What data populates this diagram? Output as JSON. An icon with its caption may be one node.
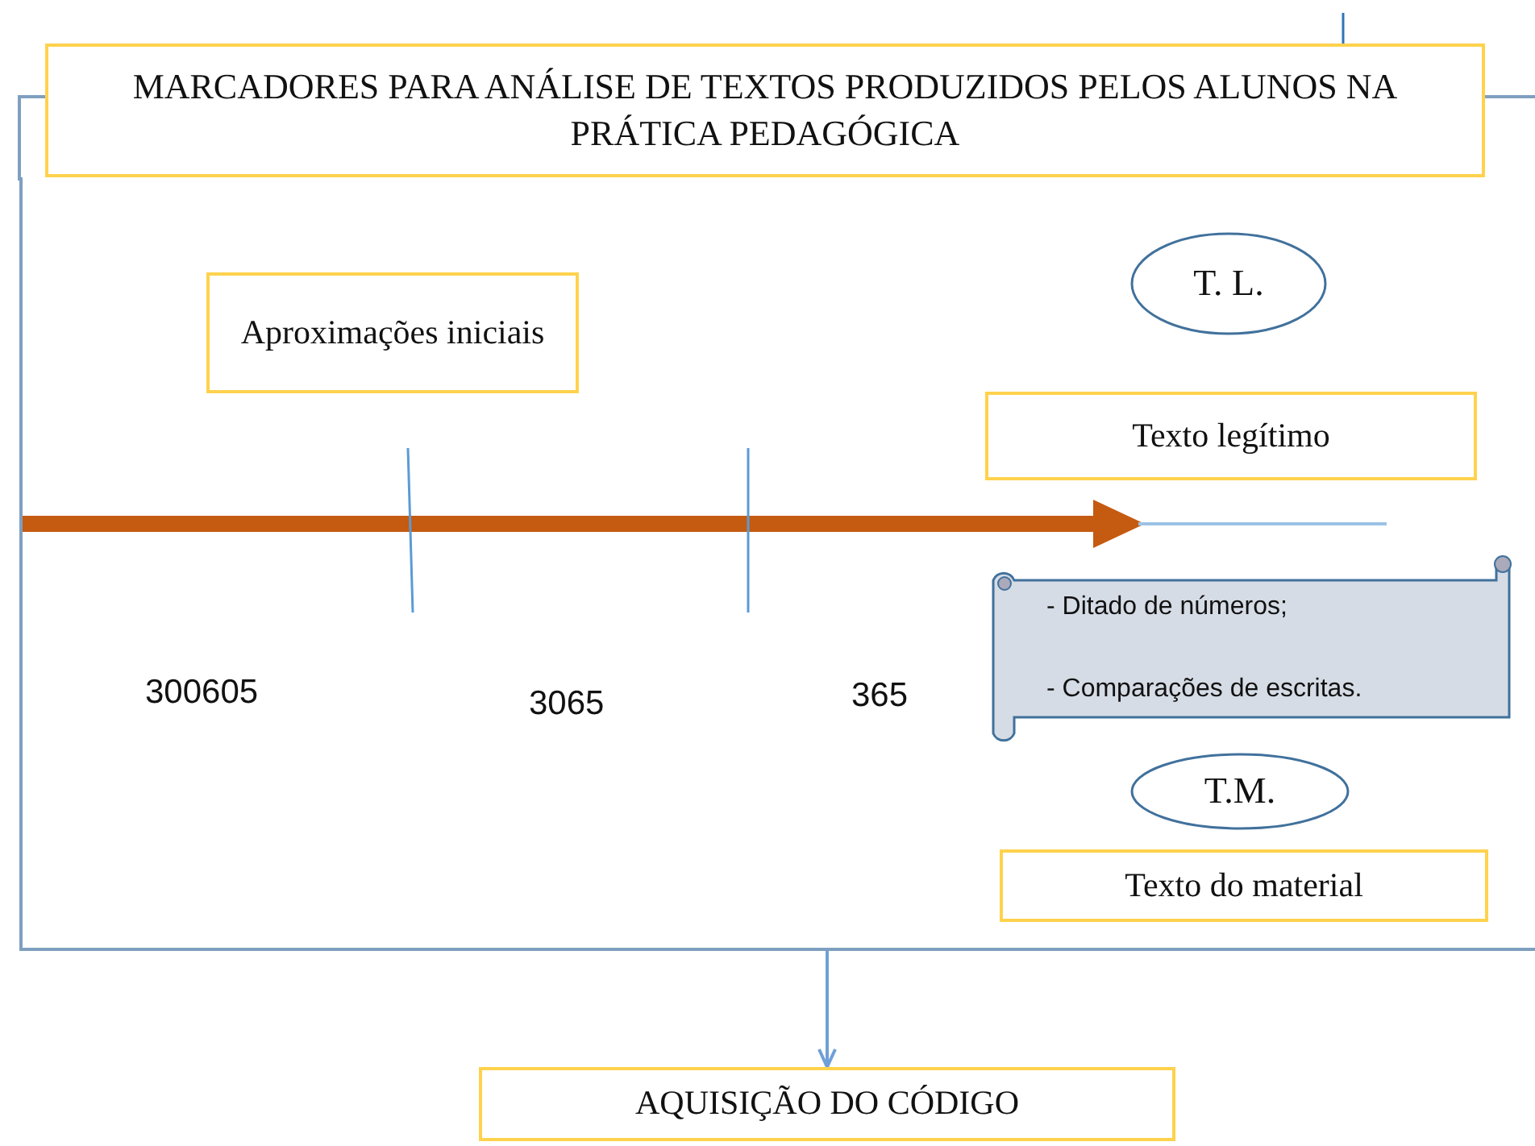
{
  "diagram": {
    "nodes": [
      {
        "text": [],
        "shape": "box"
      },
      {
        "text": [
          "MARCADORES PARA ANÁLISE DE TEXTOS PRODUZIDOS PELOS ALUNOS NA PRÁTICA PEDAGÓGICA"
        ]
      },
      {
        "text": [
          "Aproximações iniciais"
        ],
        "in": 0
      },
      {
        "text": [
          "T. L."
        ],
        "in": 0
      },
      {
        "text": [
          "Texto legítimo"
        ],
        "in": 0
      },
      {
        "text": [
          "- Ditado de números;",
          "- Comparações de escritas."
        ],
        "in": 0
      },
      {
        "text": [
          "T.M."
        ],
        "in": 0
      },
      {
        "text": [
          "Texto do material"
        ],
        "in": 0
      },
      {
        "text": [
          "AQUISIÇÃO DO CÓDIGO"
        ]
      }
    ],
    "edges": [
      {
        "from": 0,
        "to": 8,
        "arrow": "to"
      }
    ],
    "labels": [
      "300605",
      "3065",
      "365"
    ]
  }
}
